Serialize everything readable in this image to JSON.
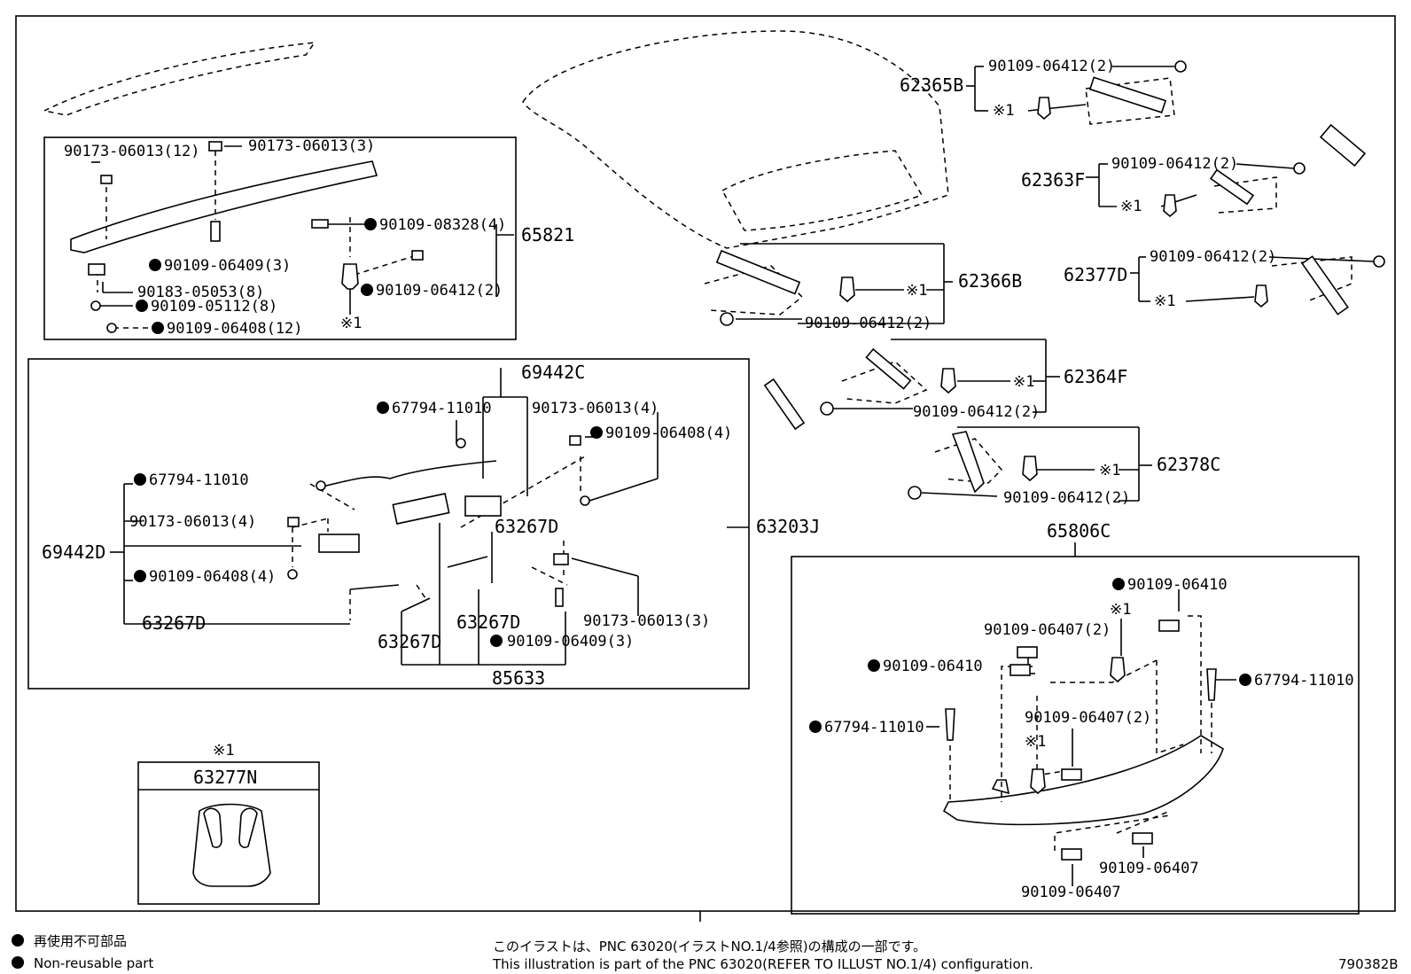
{
  "labels": {
    "p_90173_06013_12": "90173-06013(12)",
    "p_90173_06013_3a": "90173-06013(3)",
    "p_90109_08328_4": "90109-08328(4)",
    "p_65821": "65821",
    "p_90109_06409_3a": "90109-06409(3)",
    "p_90183_05053_8": "90183-05053(8)",
    "p_90109_06412_2a": "90109-06412(2)",
    "p_90109_05112_8": "90109-05112(8)",
    "p_ref1_a": "※1",
    "p_90109_06408_12": "90109-06408(12)",
    "p_69442C": "69442C",
    "p_67794_11010_a": "67794-11010",
    "p_90173_06013_4a": "90173-06013(4)",
    "p_90109_06408_4a": "90109-06408(4)",
    "p_67794_11010_b": "67794-11010",
    "p_90173_06013_4b": "90173-06013(4)",
    "p_63267D_a": "63267D",
    "p_63203J": "63203J",
    "p_69442D": "69442D",
    "p_90109_06408_4b": "90109-06408(4)",
    "p_63267D_b": "63267D",
    "p_90173_06013_3b": "90173-06013(3)",
    "p_63267D_c": "63267D",
    "p_63267D_d": "63267D",
    "p_90109_06409_3b": "90109-06409(3)",
    "p_85633": "85633",
    "p_90109_06412_2b": "90109-06412(2)",
    "p_62365B": "62365B",
    "p_ref1_b": "※1",
    "p_90109_06412_2c": "90109-06412(2)",
    "p_62363F": "62363F",
    "p_ref1_c": "※1",
    "p_90109_06412_2d": "90109-06412(2)",
    "p_62377D": "62377D",
    "p_ref1_d": "※1",
    "p_ref1_e": "※1",
    "p_62366B": "62366B",
    "p_90109_06412_2e": "90109-06412(2)",
    "p_ref1_f": "※1",
    "p_62364F": "62364F",
    "p_90109_06412_2f": "90109-06412(2)",
    "p_ref1_g": "※1",
    "p_62378C": "62378C",
    "p_90109_06412_2g": "90109-06412(2)",
    "p_65806C": "65806C",
    "p_90109_06410_a": "90109-06410",
    "p_ref1_h": "※1",
    "p_90109_06407_2a": "90109-06407(2)",
    "p_90109_06410_b": "90109-06410",
    "p_67794_11010_c": "67794-11010",
    "p_67794_11010_d": "67794-11010",
    "p_90109_06407_2b": "90109-06407(2)",
    "p_ref1_i": "※1",
    "p_90109_06407_a": "90109-06407",
    "p_90109_06407_b": "90109-06407",
    "p_ref1_j": "※1",
    "p_63277N": "63277N"
  },
  "legend": {
    "jp": "再使用不可部品",
    "en": "Non-reusable part"
  },
  "footer": {
    "jp": "このイラストは、PNC 63020(イラストNO.1/4参照)の構成の一部です。",
    "en": "This illustration is part of the PNC 63020(REFER TO ILLUST NO.1/4) configuration.",
    "code": "790382B"
  }
}
